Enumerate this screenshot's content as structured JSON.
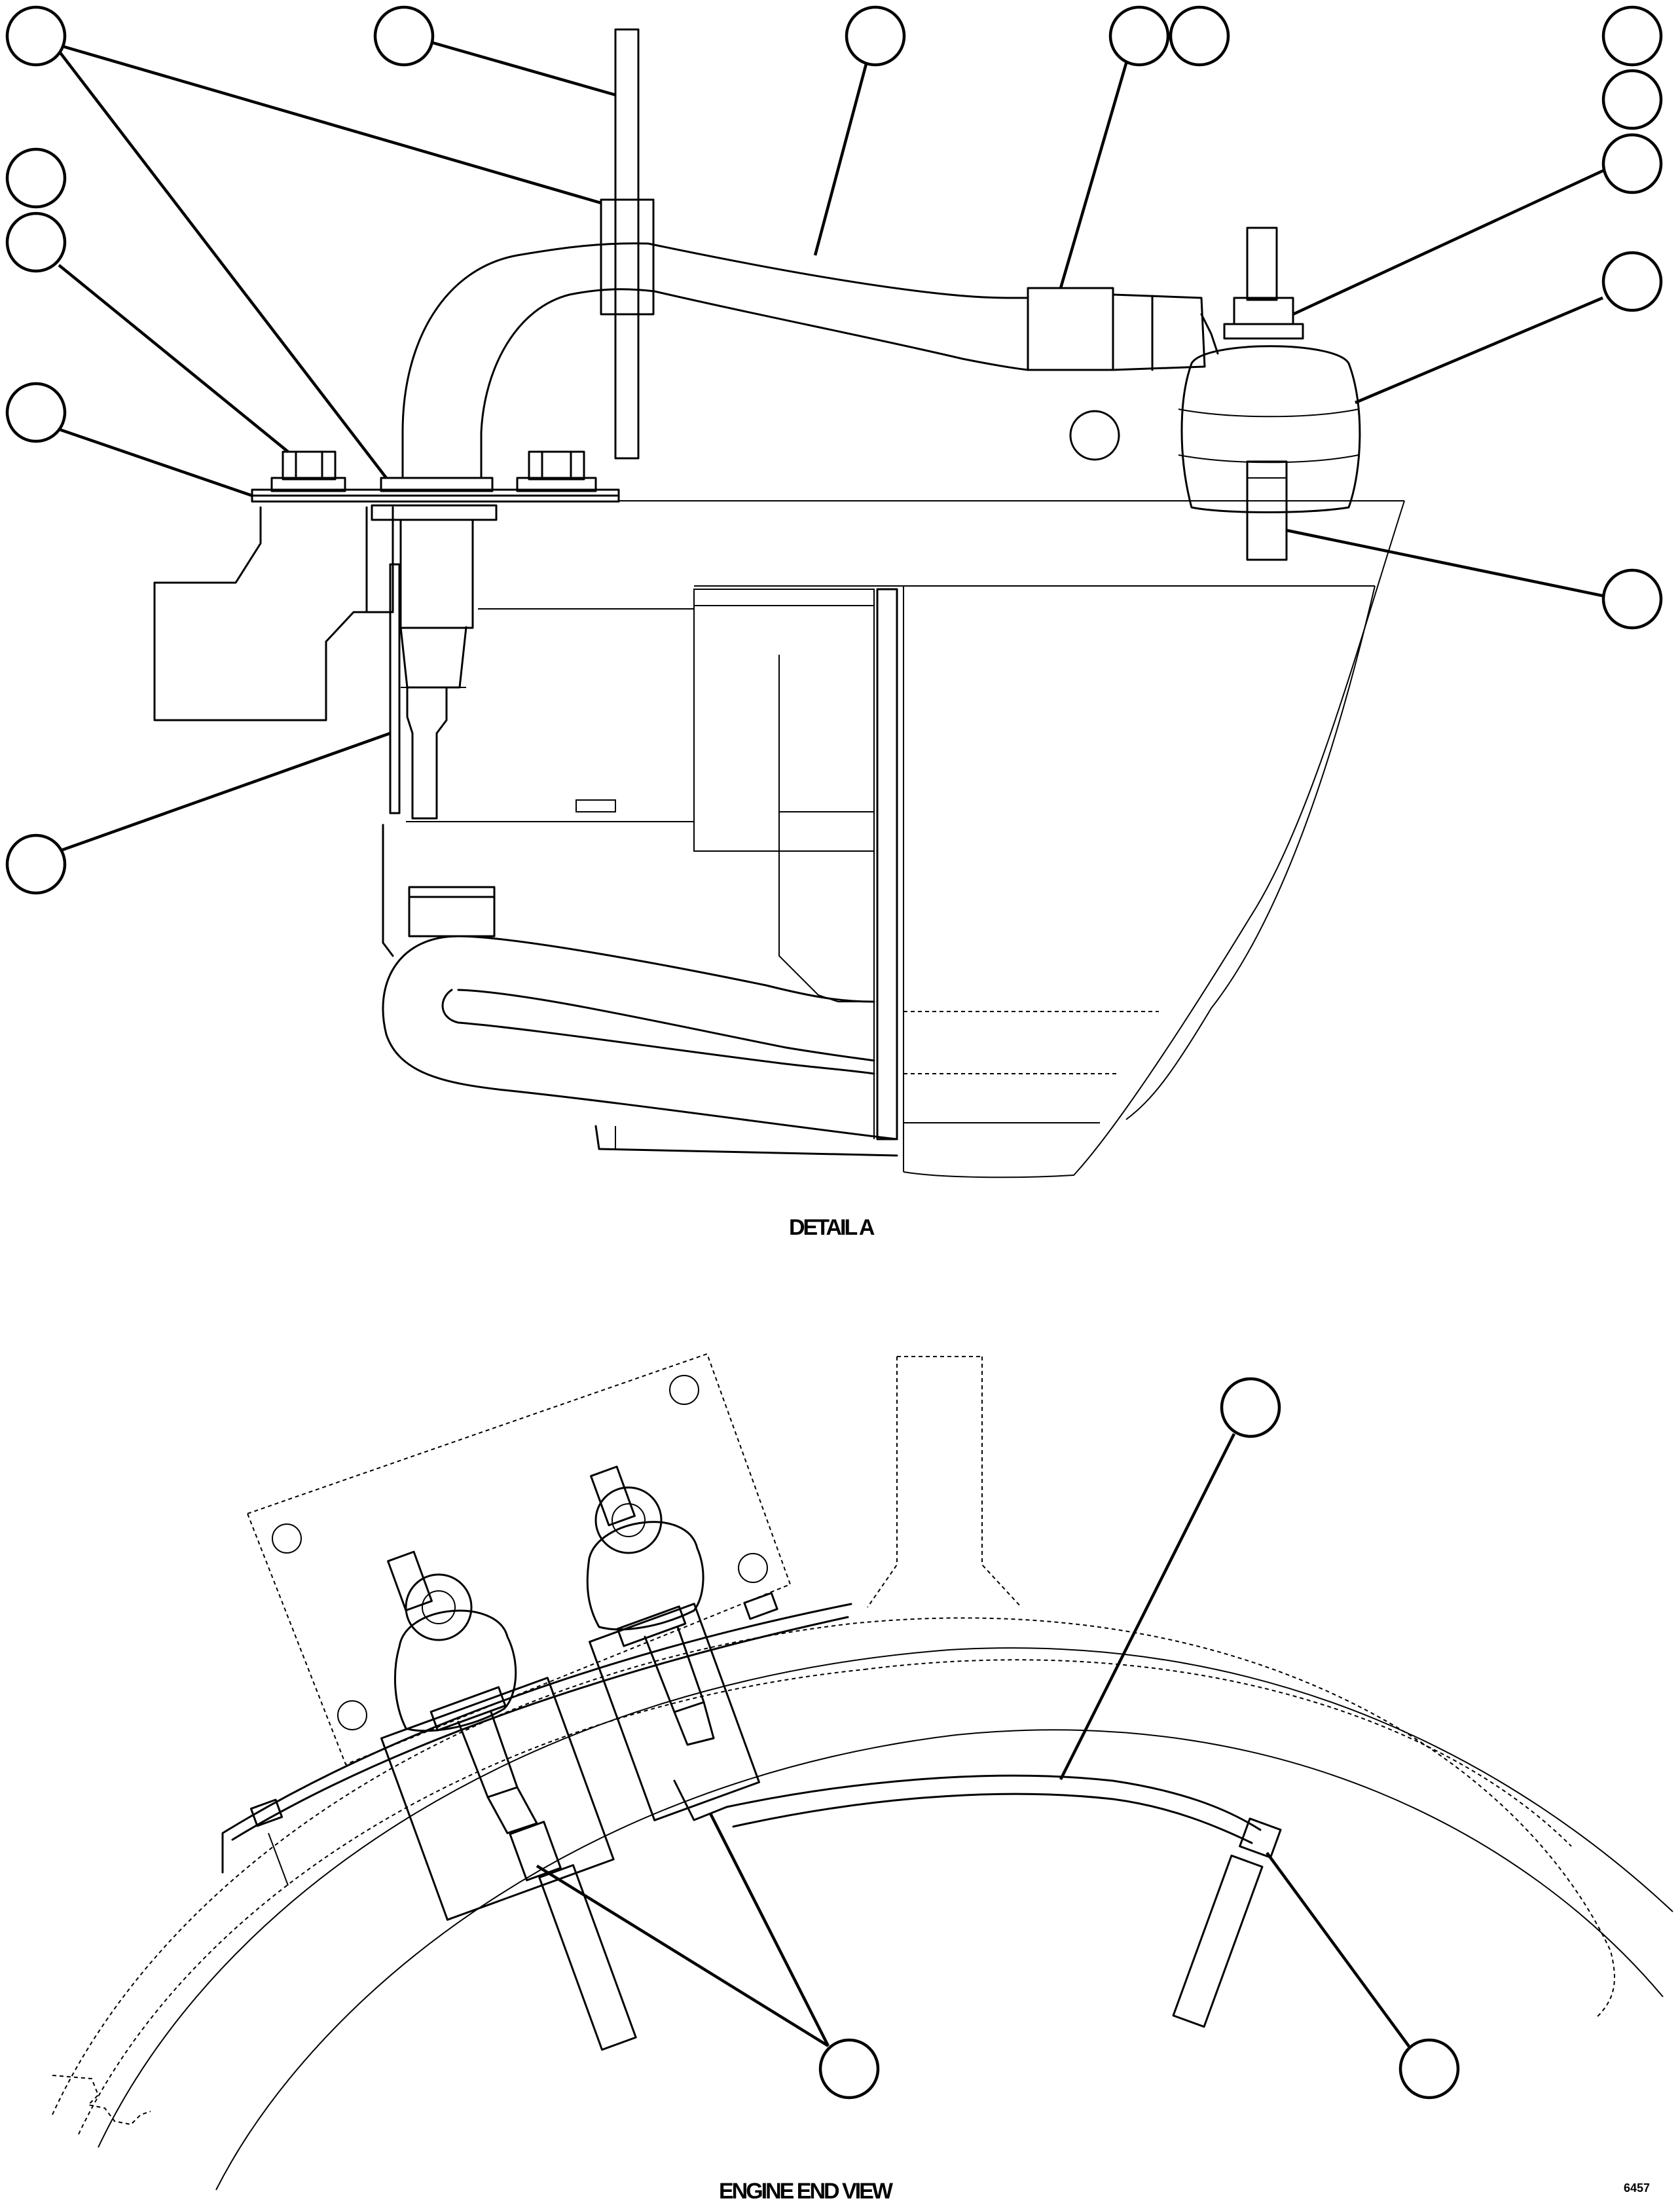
{
  "captions": {
    "detail": "DETAIL A",
    "end_view": "ENGINE END VIEW",
    "drawing_number": "6457"
  }
}
